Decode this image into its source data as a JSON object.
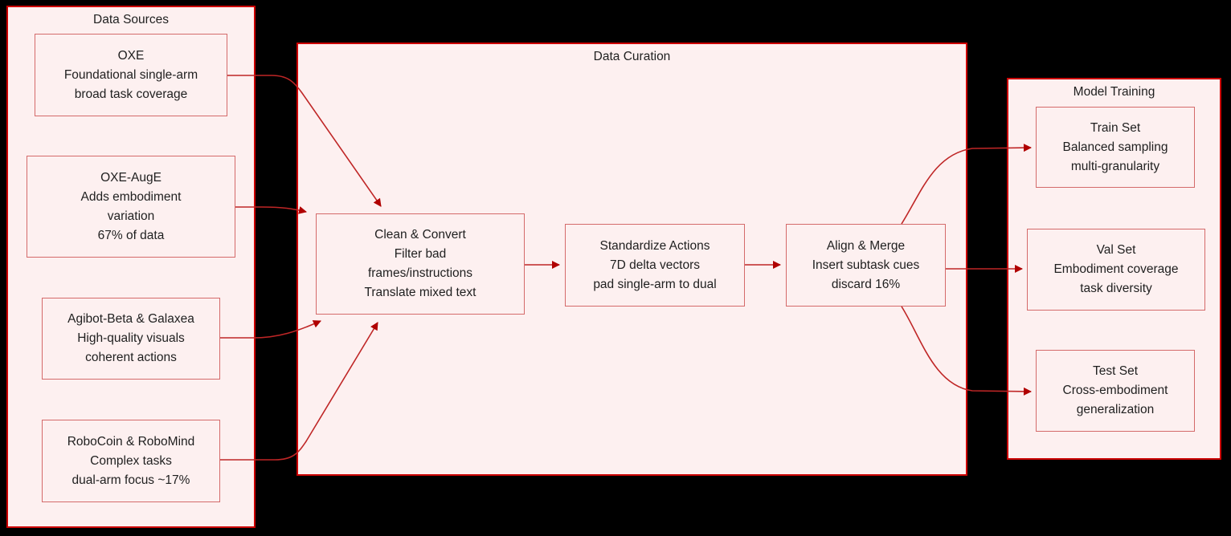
{
  "colors": {
    "background": "#000000",
    "panel_fill": "#fdf0f0",
    "panel_border": "#cc0000",
    "node_border": "#d46a6a",
    "edge": "#bf2626",
    "arrowhead": "#b00000",
    "text": "#1f1f1f"
  },
  "containers": {
    "data_sources": {
      "title": "Data Sources"
    },
    "data_curation": {
      "title": "Data Curation"
    },
    "model_training": {
      "title": "Model Training"
    }
  },
  "nodes": {
    "oxe": {
      "lines": [
        "OXE",
        "Foundational single-arm",
        "broad task coverage"
      ]
    },
    "oxe_auge": {
      "lines": [
        "OXE-AugE",
        "Adds embodiment",
        "variation",
        "67% of data"
      ]
    },
    "agibot": {
      "lines": [
        "Agibot-Beta & Galaxea",
        "High-quality visuals",
        "coherent actions"
      ]
    },
    "robocoin": {
      "lines": [
        "RoboCoin & RoboMind",
        "Complex tasks",
        "dual-arm focus ~17%"
      ]
    },
    "clean": {
      "lines": [
        "Clean & Convert",
        "Filter bad",
        "frames/instructions",
        "Translate mixed text"
      ]
    },
    "standardize": {
      "lines": [
        "Standardize Actions",
        "7D delta vectors",
        "pad single-arm to dual"
      ]
    },
    "align": {
      "lines": [
        "Align & Merge",
        "Insert subtask cues",
        "discard 16%"
      ]
    },
    "train": {
      "lines": [
        "Train Set",
        "Balanced sampling",
        "multi-granularity"
      ]
    },
    "val": {
      "lines": [
        "Val Set",
        "Embodiment coverage",
        "task diversity"
      ]
    },
    "test": {
      "lines": [
        "Test Set",
        "Cross-embodiment",
        "generalization"
      ]
    }
  },
  "edges": [
    {
      "from": "OXE",
      "to": "Clean & Convert"
    },
    {
      "from": "OXE-AugE",
      "to": "Clean & Convert"
    },
    {
      "from": "Agibot-Beta & Galaxea",
      "to": "Clean & Convert"
    },
    {
      "from": "RoboCoin & RoboMind",
      "to": "Clean & Convert"
    },
    {
      "from": "Clean & Convert",
      "to": "Standardize Actions"
    },
    {
      "from": "Standardize Actions",
      "to": "Align & Merge"
    },
    {
      "from": "Align & Merge",
      "to": "Train Set"
    },
    {
      "from": "Align & Merge",
      "to": "Val Set"
    },
    {
      "from": "Align & Merge",
      "to": "Test Set"
    }
  ]
}
